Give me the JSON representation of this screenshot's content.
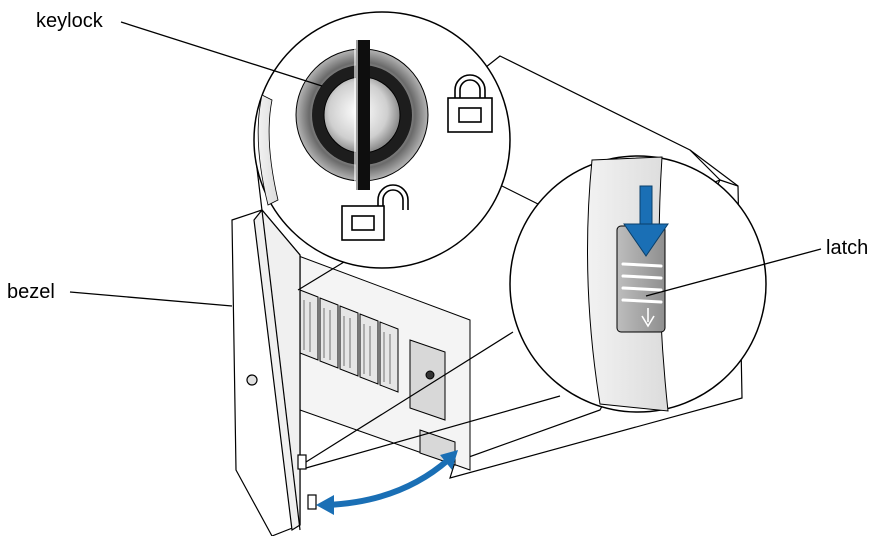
{
  "callouts": {
    "keylock": "keylock",
    "bezel": "bezel",
    "latch": "latch"
  },
  "colors": {
    "arrow_blue": "#1a6fb5",
    "line": "#000000",
    "background": "#ffffff"
  },
  "icons": [
    "lock-closed-icon",
    "lock-open-icon",
    "down-arrow-icon",
    "curved-swing-arrow-icon"
  ]
}
